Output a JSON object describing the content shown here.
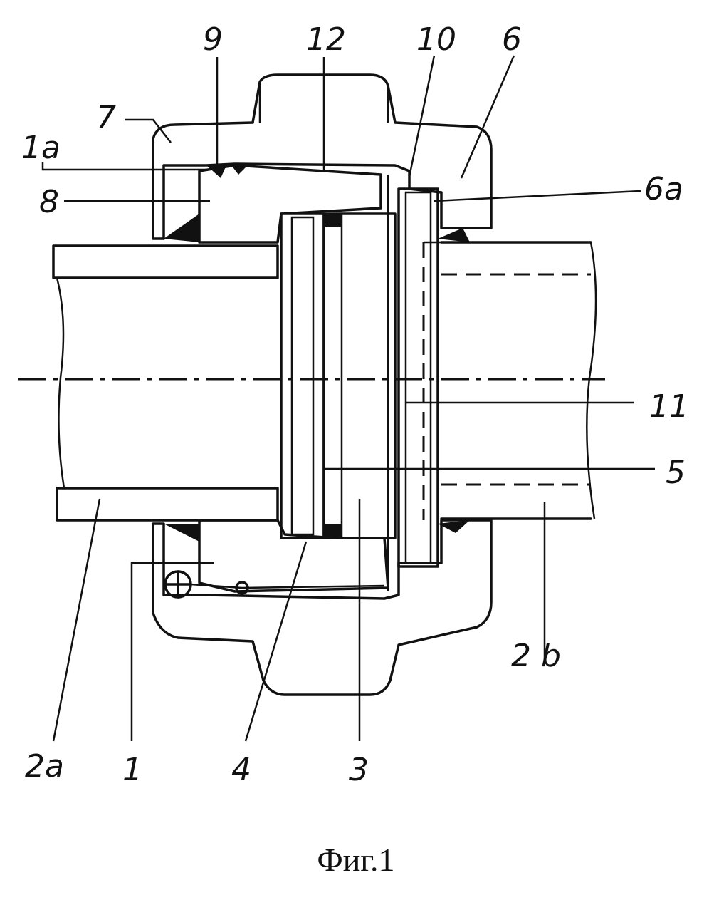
{
  "labels": {
    "l9": "9",
    "l12": "12",
    "l10": "10",
    "l6": "6",
    "l7": "7",
    "l1a": "1a",
    "l6a": "6a",
    "l8": "8",
    "l11": "11",
    "l5": "5",
    "l2b": "2 b",
    "l2a": "2a",
    "l1": "1",
    "l4": "4",
    "l3": "3"
  },
  "caption": "Фиг.1"
}
